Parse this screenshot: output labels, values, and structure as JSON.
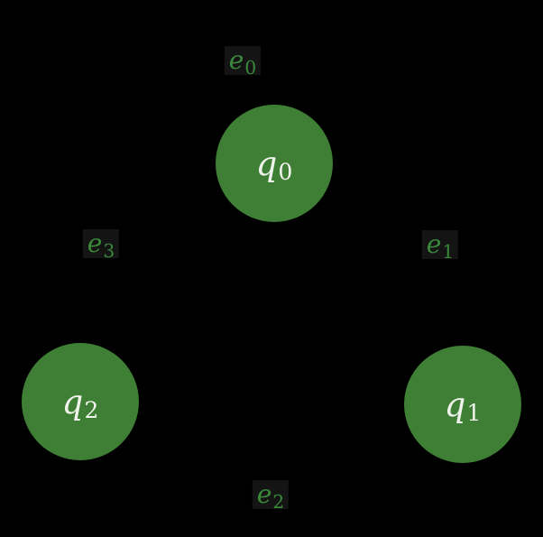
{
  "diagram": {
    "type": "graph",
    "background_color": "#000000",
    "node_fill_color": "#3e7e35",
    "node_label_color": "#eff3eb",
    "edge_label_color": "#3a8a3a",
    "nodes": [
      {
        "id": "q0",
        "letter": "q",
        "sub": "0"
      },
      {
        "id": "q1",
        "letter": "q",
        "sub": "1"
      },
      {
        "id": "q2",
        "letter": "q",
        "sub": "2"
      }
    ],
    "edge_labels": [
      {
        "id": "e0",
        "letter": "e",
        "sub": "0"
      },
      {
        "id": "e1",
        "letter": "e",
        "sub": "1"
      },
      {
        "id": "e2",
        "letter": "e",
        "sub": "2"
      },
      {
        "id": "e3",
        "letter": "e",
        "sub": "3"
      }
    ]
  }
}
